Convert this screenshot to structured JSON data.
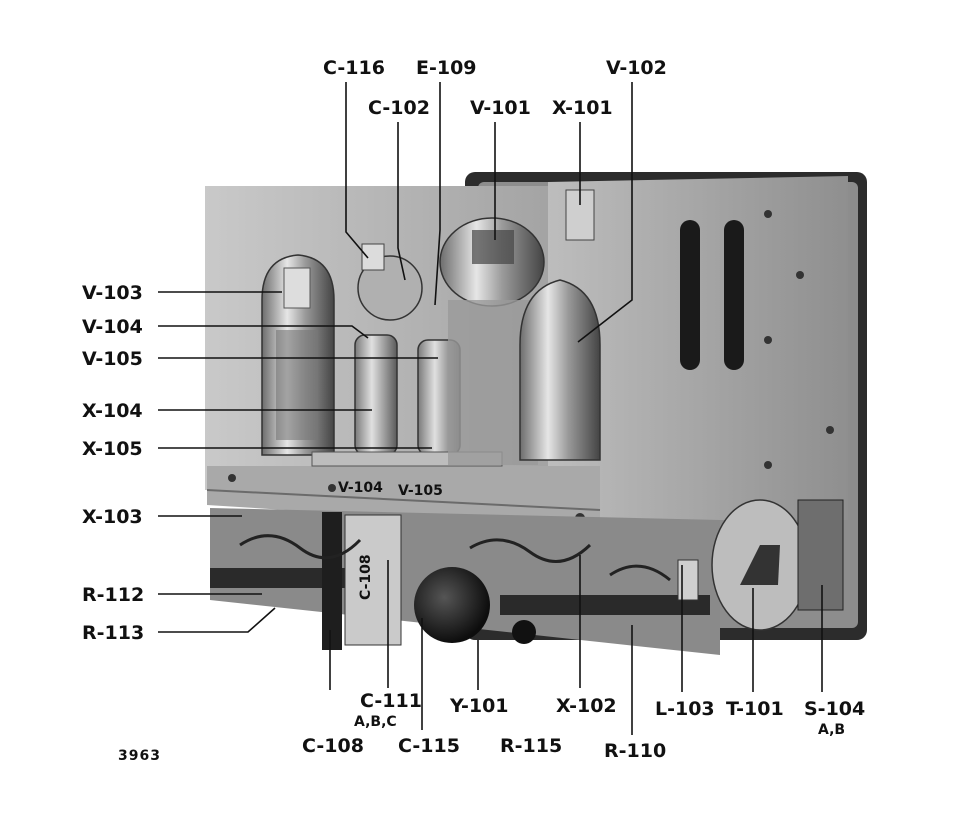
{
  "figure_number": "3963",
  "labels": {
    "c116": "C-116",
    "e109": "E-109",
    "v102": "V-102",
    "c102": "C-102",
    "v101": "V-101",
    "x101": "X-101",
    "v103": "V-103",
    "v104": "V-104",
    "v105": "V-105",
    "x104": "X-104",
    "x105": "X-105",
    "x103": "X-103",
    "r112": "R-112",
    "r113": "R-113",
    "c111": "C-111",
    "c111_sub": "A,B,C",
    "y101": "Y-101",
    "x102": "X-102",
    "l103": "L-103",
    "t101": "T-101",
    "s104": "S-104",
    "s104_sub": "A,B",
    "c108": "C-108",
    "c115": "C-115",
    "r115": "R-115",
    "r110": "R-110"
  },
  "chassis_stamps": {
    "c108_stamp": "C-108",
    "s_v104": "V-104",
    "s_v105": "V-105"
  },
  "colors": {
    "ink": "#111111",
    "panel_light": "#b8b8b8",
    "panel_mid": "#8c8c8c",
    "panel_dark": "#3a3a3a",
    "glass": "#cfcfcf"
  }
}
